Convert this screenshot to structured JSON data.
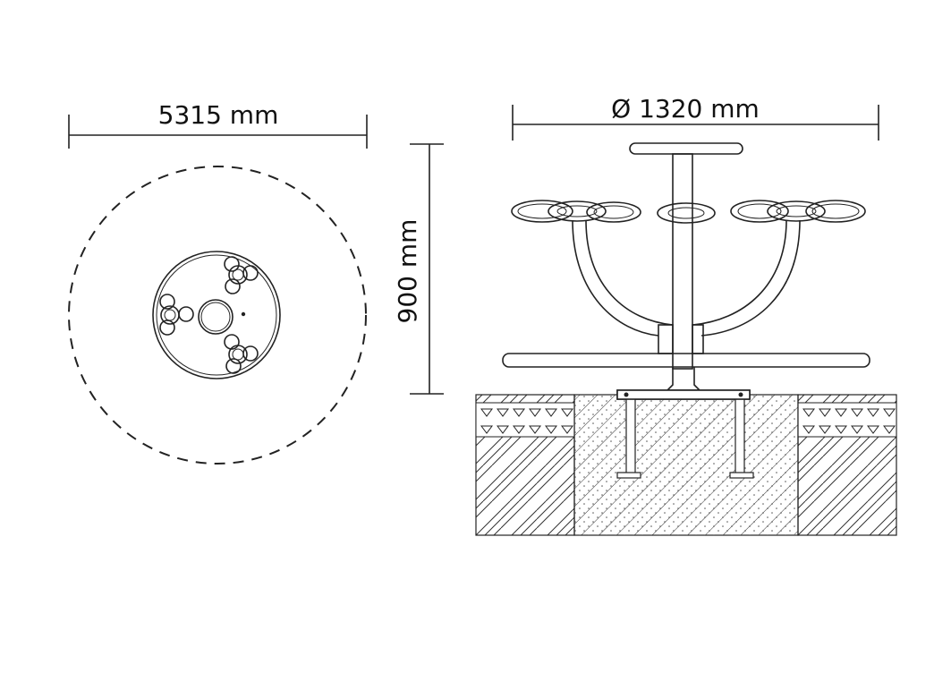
{
  "dimensions": {
    "safety_area_diameter": "5315 mm",
    "height": "900 mm",
    "top_diameter": "Ø 1320 mm"
  },
  "colors": {
    "line": "#222222",
    "background": "#ffffff"
  }
}
